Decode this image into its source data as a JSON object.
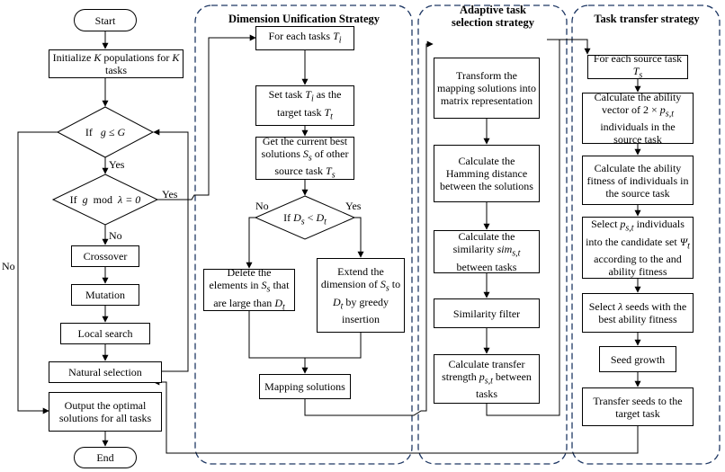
{
  "panels": {
    "dimension_title": "Dimension Unification Strategy",
    "adaptive_title": "Adaptive task selection strategy",
    "transfer_title": "Task transfer strategy"
  },
  "main": {
    "start": "Start",
    "init_a": "Initialize",
    "init_k1": "K",
    "init_b": "populations for",
    "init_k2": "K",
    "init_c": "tasks",
    "cond1_a": "If",
    "cond1_b": "g ≤ G",
    "cond2_a": "If",
    "cond2_b": "g",
    "cond2_c": "mod",
    "cond2_d": "λ = 0",
    "crossover": "Crossover",
    "mutation": "Mutation",
    "local_search": "Local search",
    "natural_selection": "Natural selection",
    "output": "Output the optimal solutions for all tasks",
    "end": "End"
  },
  "dimension": {
    "for_each_a": "For each tasks",
    "for_each_var": "T",
    "for_each_sub": "i",
    "set_target_a": "Set task",
    "set_target_v1": "T",
    "set_target_s1": "i",
    "set_target_b": "as the target task",
    "set_target_v2": "T",
    "set_target_s2": "t",
    "get_best_a": "Get the current best solutions",
    "get_best_v1": "S",
    "get_best_s1": "s",
    "get_best_b": "of other source task",
    "get_best_v2": "T",
    "get_best_s2": "s",
    "cond_a": "If",
    "cond_v1": "D",
    "cond_s1": "s",
    "cond_op": "<",
    "cond_v2": "D",
    "cond_s2": "t",
    "delete_a": "Delete the elements in",
    "delete_v1": "S",
    "delete_s1": "s",
    "delete_b": "that are large than",
    "delete_v2": "D",
    "delete_s2": "t",
    "extend_a": "Extend the dimension of",
    "extend_v1": "S",
    "extend_s1": "s",
    "extend_b": "to",
    "extend_v2": "D",
    "extend_s2": "t",
    "extend_c": "by greedy insertion",
    "mapping": "Mapping solutions"
  },
  "adaptive": {
    "transform": "Transform the mapping solutions into matrix representation",
    "hamming": "Calculate the Hamming distance between the solutions",
    "similarity_a": "Calculate the similarity",
    "similarity_v": "sim",
    "similarity_s": "s,t",
    "similarity_b": "between tasks",
    "filter": "Similarity filter",
    "strength_a": "Calculate transfer strength",
    "strength_v": "p",
    "strength_s": "s,t",
    "strength_b": "between tasks"
  },
  "transfer": {
    "for_each_a": "For each source task",
    "for_each_v": "T",
    "for_each_s": "s",
    "ability_a": "Calculate the ability vector of",
    "ability_n": "2 ×",
    "ability_v": "p",
    "ability_s": "s,t",
    "ability_b": "individuals in the source task",
    "fitness": "Calculate the ability fitness of individuals in the source task",
    "select_a": "Select",
    "select_v1": "p",
    "select_s1": "s,t",
    "select_b": "individuals into the candidate set",
    "select_v2": "Ψ",
    "select_s2": "t",
    "select_c": "according to the and ability fitness",
    "seeds_a": "Select",
    "seeds_v": "λ",
    "seeds_b": "seeds with the best ability fitness",
    "growth": "Seed growth",
    "transfer_seeds": "Transfer seeds to the target task"
  },
  "labels": {
    "yes1": "Yes",
    "yes2": "Yes",
    "no1": "No",
    "no_side": "No",
    "dim_no": "No",
    "dim_yes": "Yes"
  }
}
